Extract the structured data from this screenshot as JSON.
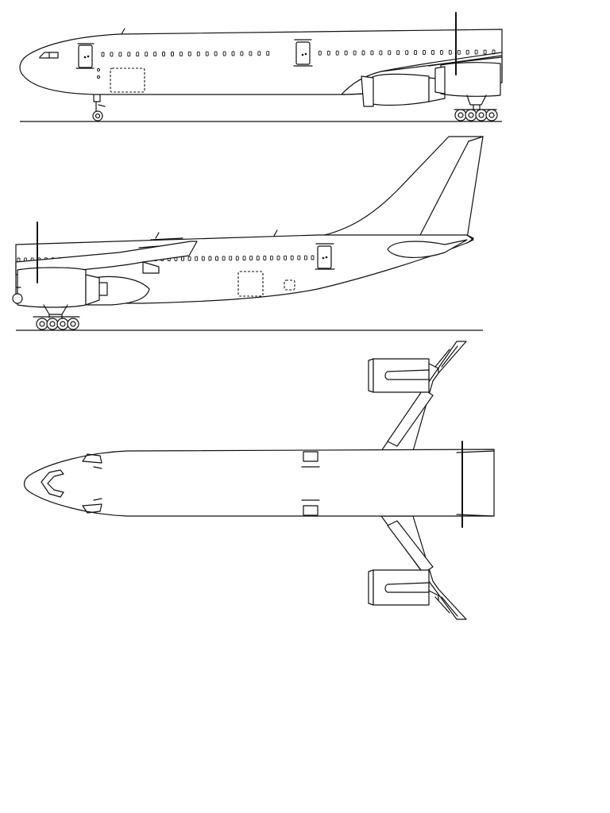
{
  "drawing": {
    "views": [
      {
        "id": "side-view-front",
        "windows_count": 46
      },
      {
        "id": "side-view-rear",
        "windows_count": 44
      },
      {
        "id": "top-view"
      }
    ]
  }
}
